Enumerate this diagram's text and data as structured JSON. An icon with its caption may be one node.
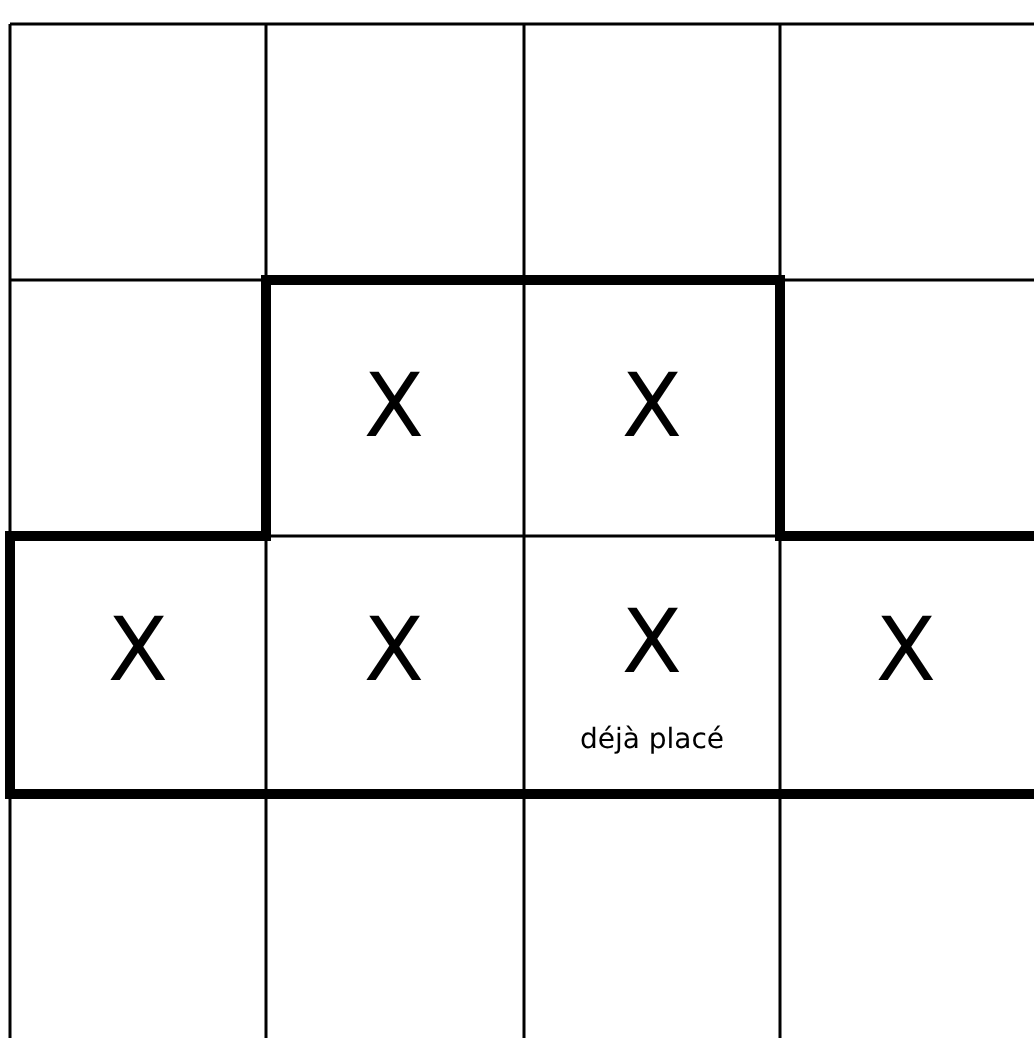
{
  "diagram": {
    "labels": [
      "X",
      "X",
      "X",
      "X",
      "X",
      "X",
      "déjà placé"
    ]
  }
}
